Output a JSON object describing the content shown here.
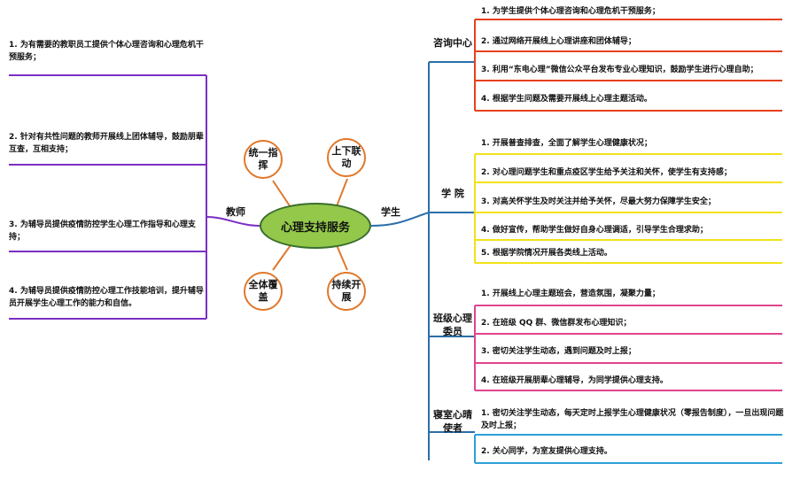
{
  "center": "心理支持服务",
  "bubbles": {
    "unified": "统一指挥",
    "linkage": "上下联动",
    "coverage": "全体覆盖",
    "sustained": "持续开展"
  },
  "left_label": "教师",
  "right_label": "学生",
  "teacher_items": [
    "1. 为有需要的教职员工提供个体心理咨询和心理危机干预服务；",
    "2. 针对有共性问题的教师开展线上团体辅导，鼓励朋辈互查，互相支持；",
    "3. 为辅导员提供疫情防控学生心理工作指导和心理支持；",
    "4. 为辅导员提供疫情防控心理工作技能培训，提升辅导员开展学生心理工作的能力和自信。"
  ],
  "groups": [
    {
      "label": "咨询中心",
      "color": "#e6401c",
      "items": [
        "1. 为学生提供个体心理咨询和心理危机干预服务；",
        "2. 通过网络开展线上心理讲座和团体辅导；",
        "3. 利用“东电心理”微信公众平台发布专业心理知识，鼓励学生进行心理自助；",
        "4. 根据学生问题及需要开展线上心理主题活动。"
      ]
    },
    {
      "label": "学  院",
      "color": "#f2e21a",
      "items": [
        "1. 开展普查排查，全面了解学生心理健康状况；",
        "2. 对心理问题学生和重点疫区学生给予关注和关怀，使学生有支持感；",
        "3. 对高关怀学生及时关注并给予关怀，尽最大努力保障学生安全；",
        "4. 做好宣传，帮助学生做好自身心理调适，引导学生合理求助；",
        "5. 根据学院情况开展各类线上活动。"
      ]
    },
    {
      "label": "班级心理委员",
      "color": "#e0448c",
      "items": [
        "1. 开展线上心理主题班会，营造氛围，凝聚力量；",
        "2. 在班级 QQ 群、微信群发布心理知识；",
        "3. 密切关注学生动态，遇到问题及时上报；",
        "4. 在班级开展朋辈心理辅导，为同学提供心理支持。"
      ]
    },
    {
      "label": "寝室心晴使者",
      "color": "#2ea0d6",
      "items": [
        "1. 密切关注学生动态，每天定时上报学生心理健康状况（零报告制度），一旦出现问题及时上报；",
        "2. 关心同学，为室友提供心理支持。"
      ]
    }
  ],
  "colors": {
    "teacher": "#7a2fc4",
    "student_trunk": "#2a6fa8",
    "bubble_stroke": "#e0782a",
    "center_fill": "#93c84a"
  }
}
